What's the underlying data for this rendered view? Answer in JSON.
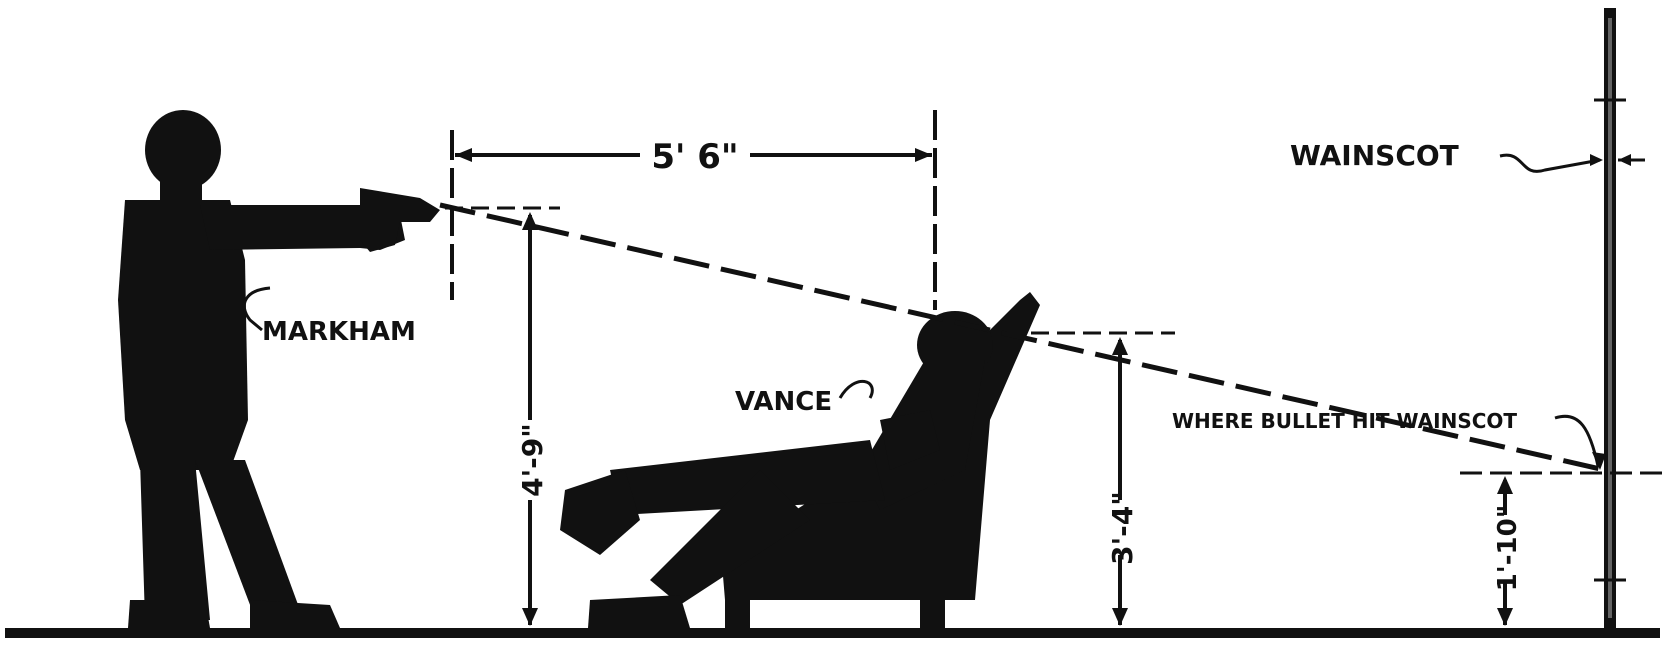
{
  "labels": {
    "markham": "MARKHAM",
    "vance": "VANCE",
    "wainscot": "WAINSCOT",
    "bullet": "WHERE BULLET HIT WAINSCOT"
  },
  "dimensions": {
    "horizontal_distance": "5' 6\"",
    "gun_height": "4'-9\"",
    "head_height": "3'-4\"",
    "hit_height": "1'-10\""
  },
  "colors": {
    "ink": "#111111",
    "paper": "#ffffff"
  }
}
